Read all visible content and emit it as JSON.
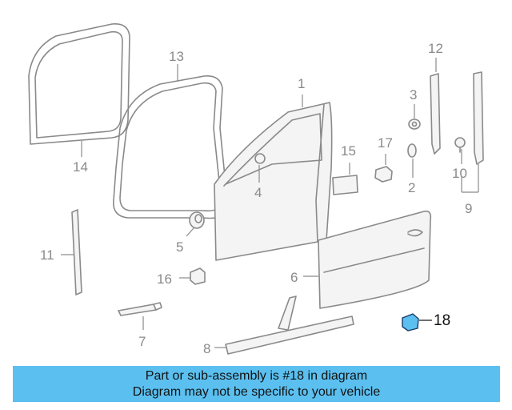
{
  "diagram": {
    "callouts": {
      "p1": "1",
      "p2": "2",
      "p3": "3",
      "p4": "4",
      "p5": "5",
      "p6": "6",
      "p7": "7",
      "p8": "8",
      "p9": "9",
      "p10": "10",
      "p11": "11",
      "p12": "12",
      "p13": "13",
      "p14": "14",
      "p15": "15",
      "p16": "16",
      "p17": "17",
      "p18": "18"
    },
    "highlight_part": "18",
    "highlight_color": "#5bc0f0",
    "line_color": "#8a8a8a"
  },
  "banner": {
    "line1": "Part or sub-assembly is #18 in diagram",
    "line2": "Diagram may not be specific to your vehicle",
    "background": "#5bc0f0"
  }
}
